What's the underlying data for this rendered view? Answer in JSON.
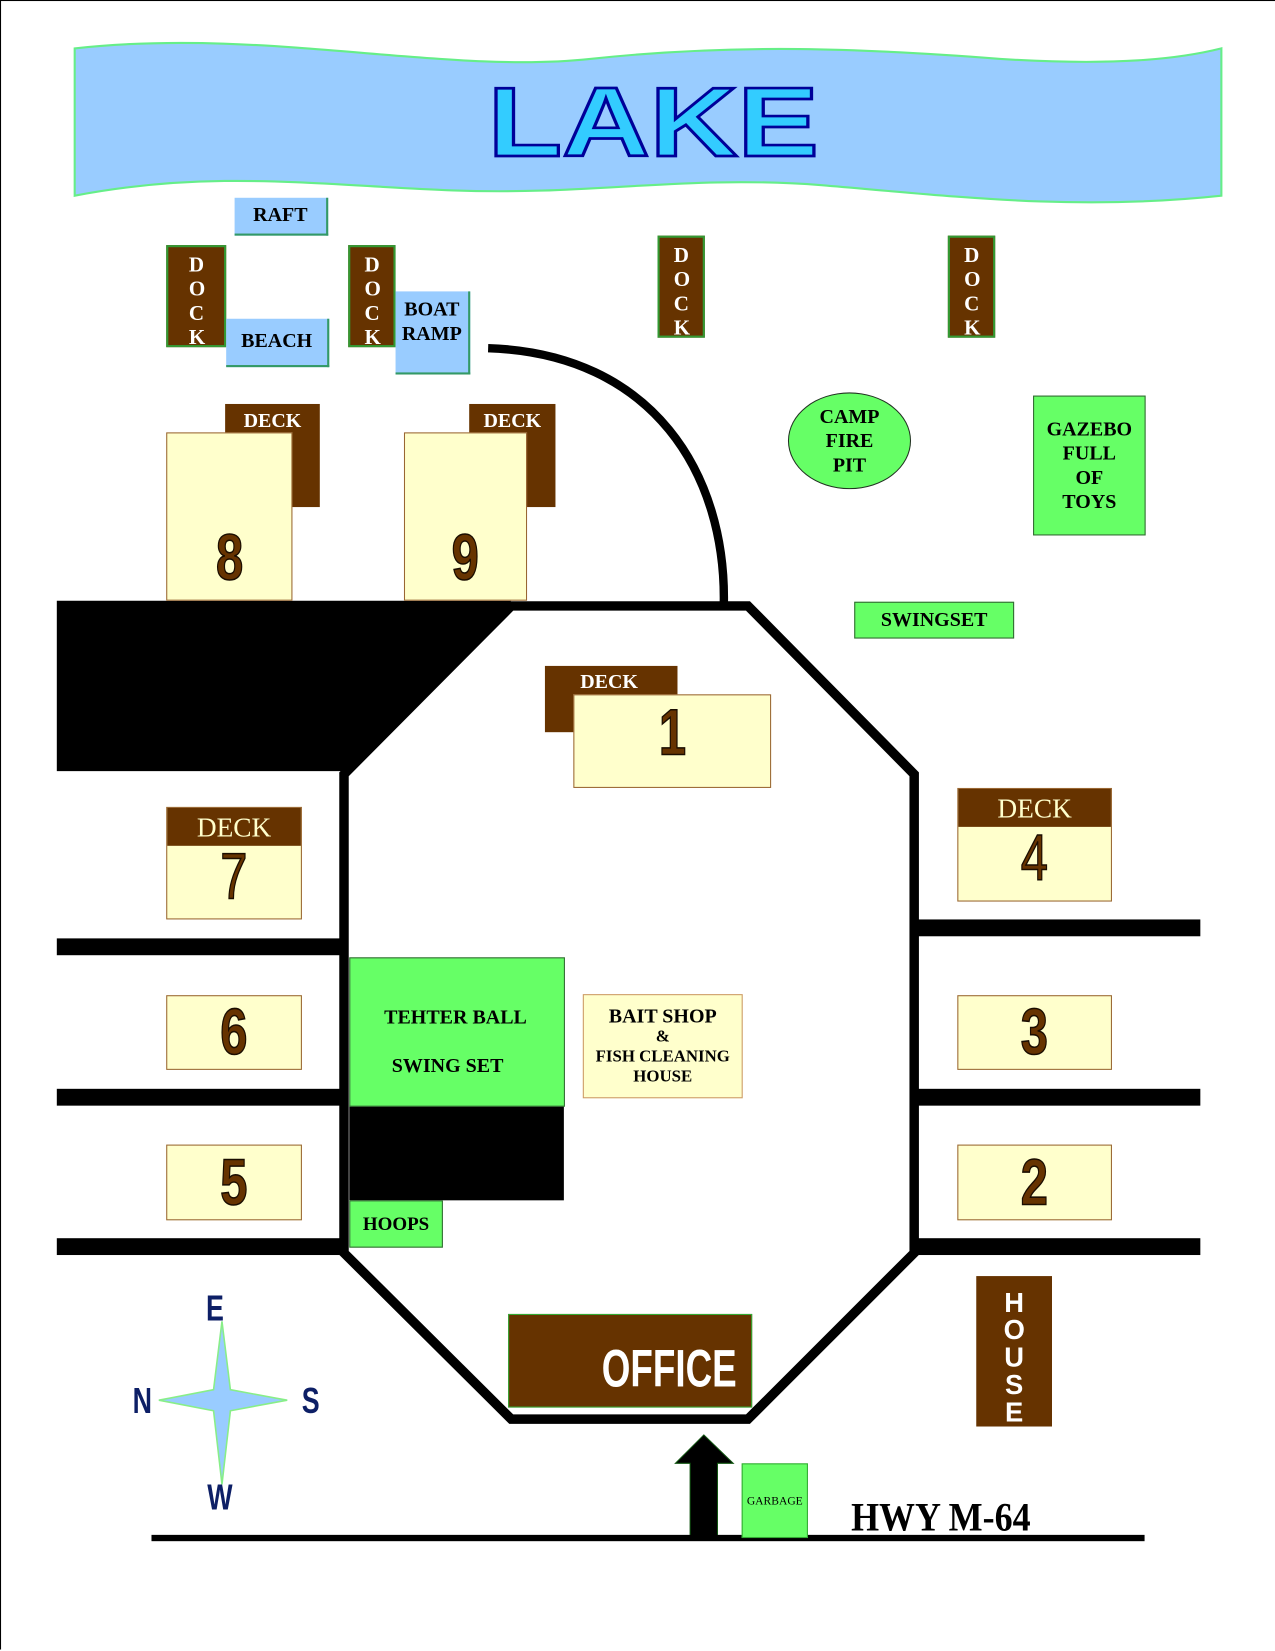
{
  "lake": {
    "title": "LAKE",
    "water_color": "#99ccff",
    "title_color": "#33ccff",
    "title_outline": "#000099"
  },
  "waterfront": {
    "raft": "RAFT",
    "beach": "BEACH",
    "boat_ramp": [
      "BOAT",
      "RAMP"
    ],
    "docks": [
      "DOCK",
      "DOCK",
      "DOCK",
      "DOCK"
    ]
  },
  "amenities": {
    "camp_fire_pit": [
      "CAMP",
      "FIRE",
      "PIT"
    ],
    "gazebo": [
      "GAZEBO",
      "FULL",
      "OF",
      "TOYS"
    ],
    "swingset": "SWINGSET",
    "tether_ball": "TEHTER BALL",
    "swing_set": "SWING SET",
    "bait_shop": [
      "BAIT SHOP",
      "&",
      "FISH CLEANING",
      "HOUSE"
    ],
    "hoops": "HOOPS",
    "office": "OFFICE",
    "house": "HOUSE",
    "garbage": "GARBAGE"
  },
  "cabins": {
    "deck_label": "DECK",
    "numbers": [
      "1",
      "2",
      "3",
      "4",
      "5",
      "6",
      "7",
      "8",
      "9"
    ]
  },
  "compass": {
    "north": "N",
    "south": "S",
    "east": "E",
    "west": "W"
  },
  "road": {
    "highway": "HWY M-64"
  },
  "colors": {
    "brown": "#663300",
    "cream": "#ffffcc",
    "green": "#66ff66",
    "blue": "#99ccff"
  }
}
